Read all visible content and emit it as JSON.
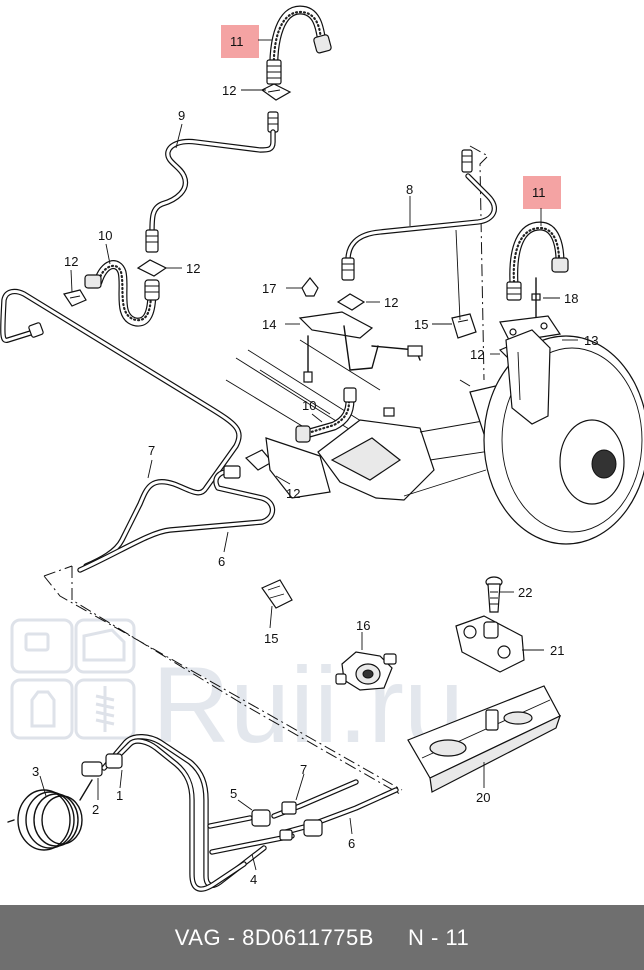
{
  "watermark": {
    "text": "Ruii.ru",
    "icons": [
      "engine-icon",
      "car-door-icon",
      "oil-bottle-icon",
      "shock-absorber-icon"
    ]
  },
  "callouts": {
    "c1": "1",
    "c2": "2",
    "c3": "3",
    "c4": "4",
    "c5": "5",
    "c6a": "6",
    "c6b": "6",
    "c7a": "7",
    "c7b": "7",
    "c8": "8",
    "c9": "9",
    "c10a": "10",
    "c10b": "10",
    "c11a": "11",
    "c11b": "11",
    "c12a": "12",
    "c12b": "12",
    "c12c": "12",
    "c12d": "12",
    "c12e": "12",
    "c12f": "12",
    "c13": "13",
    "c14": "14",
    "c15a": "15",
    "c15b": "15",
    "c16": "16",
    "c17": "17",
    "c18": "18",
    "c20": "20",
    "c21": "21",
    "c22": "22"
  },
  "highlight_color": "#f4a3a3",
  "footer": {
    "brand": "VAG - 8D0611775B",
    "ref": "N - 11",
    "background": "#6f6f6f"
  }
}
